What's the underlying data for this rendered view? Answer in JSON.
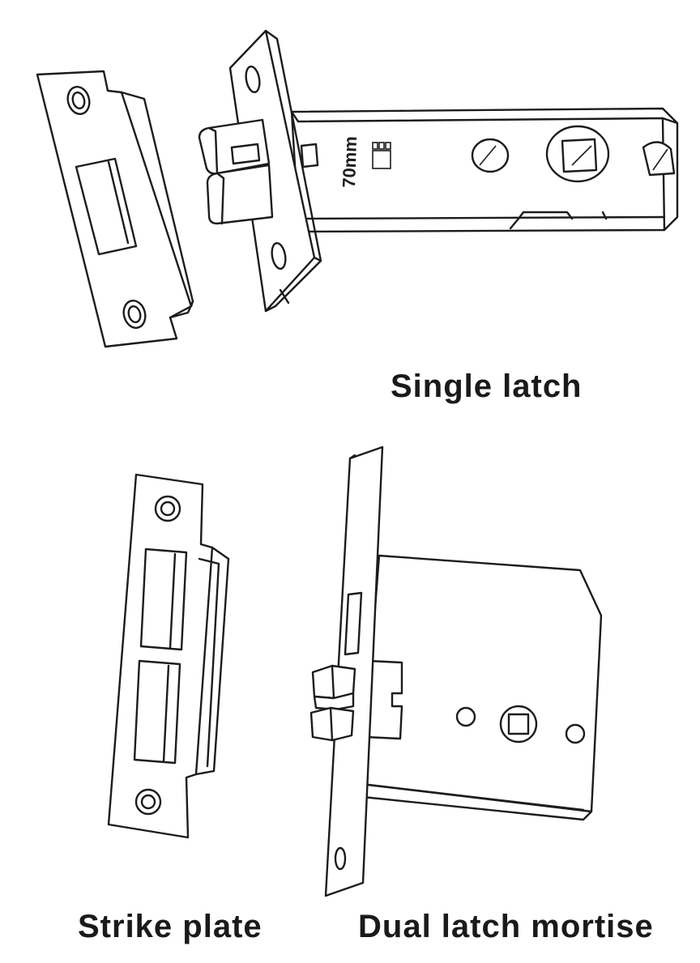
{
  "labels": {
    "single_latch": "Single latch",
    "strike_plate": "Strike plate",
    "dual_latch_mortise": "Dual latch mortise"
  },
  "stamp": {
    "backset": "70mm",
    "code": "□□□"
  },
  "colors": {
    "line": "#1c1c1c",
    "background": "#ffffff"
  }
}
